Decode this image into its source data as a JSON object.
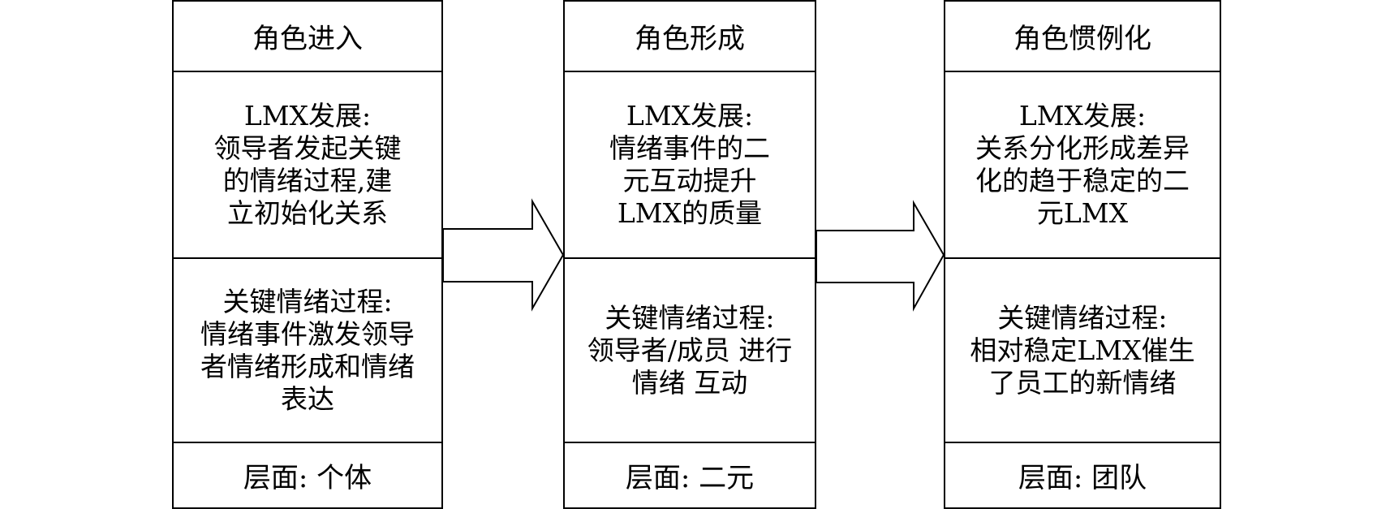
{
  "columns": [
    {
      "title": "角色进入",
      "lmx_label": "LMX发展:",
      "lmx_text": "领导者发起关键\n的情绪过程,建\n立初始化关系",
      "process_label": "关键情绪过程:",
      "process_text": "情绪事件激发领导\n者情绪形成和情绪\n表达",
      "level": "层面: 个体"
    },
    {
      "title": "角色形成",
      "lmx_label": "LMX发展:",
      "lmx_text": "情绪事件的二\n元互动提升\nLMX的质量",
      "process_label": "关键情绪过程:",
      "process_text": "领导者/成员 进行\n情绪 互动",
      "level": "层面: 二元"
    },
    {
      "title": "角色惯例化",
      "lmx_label": "LMX发展:",
      "lmx_text": "关系分化形成差异\n化的趋于稳定的二\n元LMX",
      "process_label": "关键情绪过程:",
      "process_text": "相对稳定LMX催生\n了员工的新情绪",
      "level": "层面: 团队"
    }
  ],
  "colors": {
    "stroke": "#000000",
    "background": "#ffffff",
    "text": "#000000"
  }
}
